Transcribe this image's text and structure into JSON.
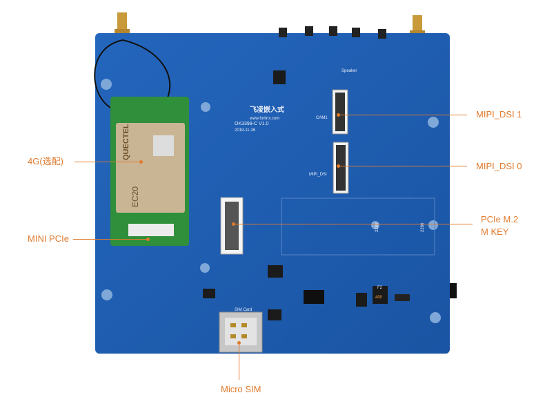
{
  "callouts": {
    "mipi_dsi_1": "MIPI_DSI 1",
    "mipi_dsi_0": "MIPI_DSI 0",
    "pcie_m2_line1": "PCIe M.2",
    "pcie_m2_line2": "M KEY",
    "lte_4g": "4G(选配)",
    "mini_pcie": "MINI PCIe",
    "micro_sim": "Micro SIM"
  },
  "board_markings": {
    "brand": "飞凌嵌入式",
    "website": "www.forlinx.com",
    "model": "OK3399-C V1.0",
    "date": "2019-11-26",
    "cam1": "CAM1",
    "mipi_dsi": "MIPI_DSI",
    "speaker": "Speaker",
    "sim_card": "SIM Card",
    "module_brand": "QUECTEL",
    "module_model": "EC20",
    "fuse": "F2",
    "fuse_val": "400",
    "m2_mark_a": "2280",
    "m2_mark_b": "2280"
  },
  "colors": {
    "pcb": "#1f5fb4",
    "accent": "#e07a2e",
    "module_green": "#2f8f3a"
  }
}
